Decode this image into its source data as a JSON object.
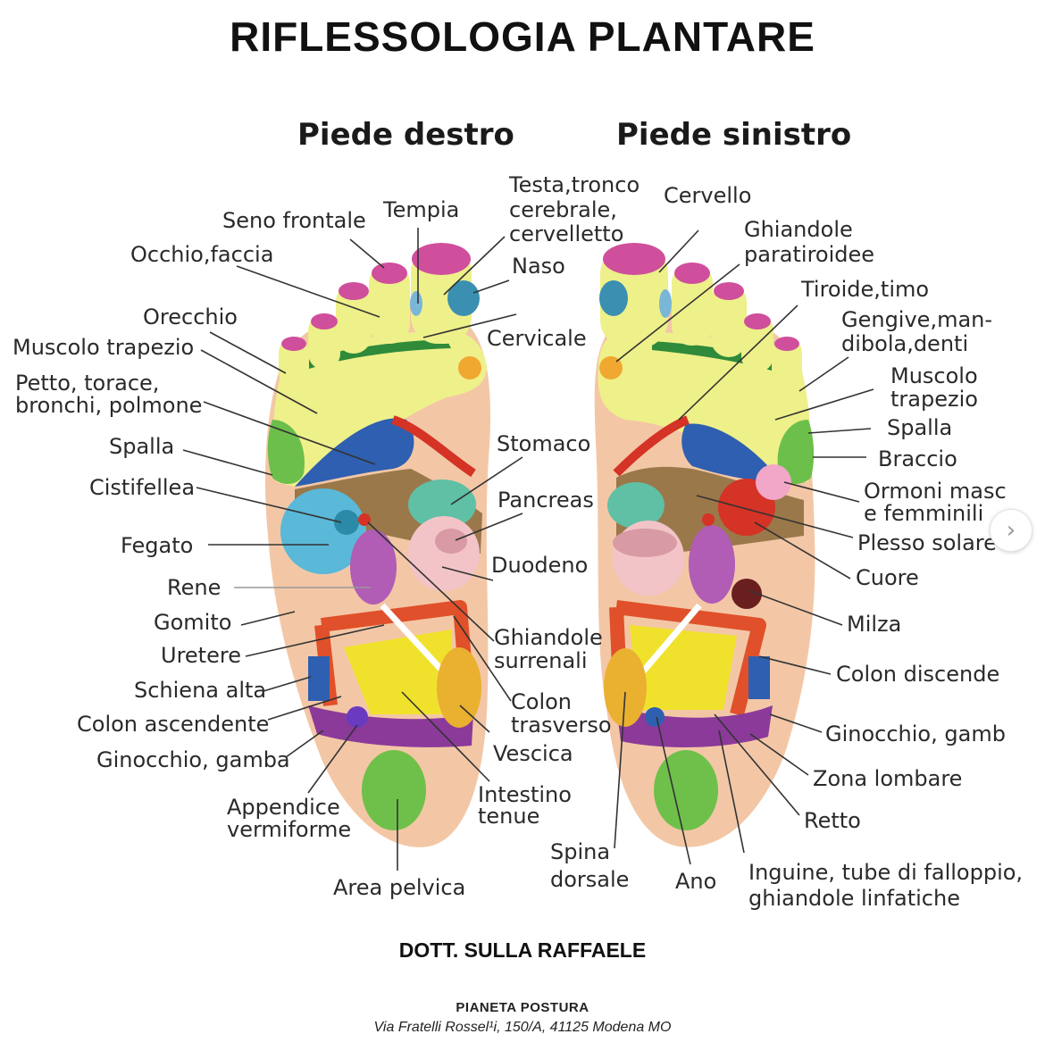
{
  "title": "RIFLESSOLOGIA PLANTARE",
  "feet": {
    "right_heading": "Piede destro",
    "left_heading": "Piede sinistro"
  },
  "labels_right_foot": {
    "seno_frontale": "Seno frontale",
    "tempia": "Tempia",
    "testa_1": "Testa,tronco",
    "testa_2": "cerebrale,",
    "testa_3": "cervelletto",
    "occhio": "Occhio,faccia",
    "naso": "Naso",
    "orecchio": "Orecchio",
    "cervicale": "Cervicale",
    "muscolo_trapezio": "Muscolo trapezio",
    "petto_1": "Petto, torace,",
    "petto_2": "bronchi, polmone",
    "spalla": "Spalla",
    "stomaco": "Stomaco",
    "cistifellea": "Cistifellea",
    "pancreas": "Pancreas",
    "fegato": "Fegato",
    "duodeno": "Duodeno",
    "rene": "Rene",
    "gomito": "Gomito",
    "ghiandole_surr_1": "Ghiandole",
    "ghiandole_surr_2": "surrenali",
    "uretere": "Uretere",
    "schiena_alta": "Schiena alta",
    "colon_trasv_1": "Colon",
    "colon_trasv_2": "trasverso",
    "colon_ascendente": "Colon ascendente",
    "vescica": "Vescica",
    "ginocchio_gamba": "Ginocchio, gamba",
    "intestino_1": "Intestino",
    "intestino_2": "tenue",
    "appendice_1": "Appendice",
    "appendice_2": "vermiforme",
    "area_pelvica": "Area pelvica"
  },
  "labels_left_foot": {
    "cervello": "Cervello",
    "ghiandole_para_1": "Ghiandole",
    "ghiandole_para_2": "paratiroidee",
    "tiroide": "Tiroide,timo",
    "gengive_1": "Gengive,man-",
    "gengive_2": "dibola,denti",
    "muscolo_1": "Muscolo",
    "muscolo_2": "trapezio",
    "spalla": "Spalla",
    "braccio": "Braccio",
    "ormoni_1": "Ormoni masc",
    "ormoni_2": "e femminili",
    "plesso_solare": "Plesso solare",
    "cuore": "Cuore",
    "milza": "Milza",
    "colon_discendente": "Colon discende",
    "ginocchio_gamba": "Ginocchio, gamb",
    "zona_lombare": "Zona lombare",
    "retto": "Retto",
    "spina_1": "Spina",
    "spina_2": "dorsale",
    "ano": "Ano",
    "inguine_1": "Inguine, tube di falloppio,",
    "inguine_2": "ghiandole linfatiche"
  },
  "footer": {
    "author": "DOTT. SULLA RAFFAELE",
    "organization": "PIANETA POSTURA",
    "address": "Via Fratelli Rossel¹i, 150/A, 41125 Modena MO"
  },
  "nav": {
    "next_icon": "chevron-right-icon"
  },
  "colors": {
    "skin": "#f3c7a6",
    "toe_yellow": "#eef08a",
    "toe_tip": "#cf4f9c",
    "green_band": "#2f8a3a",
    "lung_blue": "#2f5fb0",
    "diaphragm_red": "#d43325",
    "intestine_yellow": "#f0e22c",
    "colon_red": "#e0502a",
    "purple": "#8b3a9a",
    "pelvic_green": "#6fc04a"
  }
}
